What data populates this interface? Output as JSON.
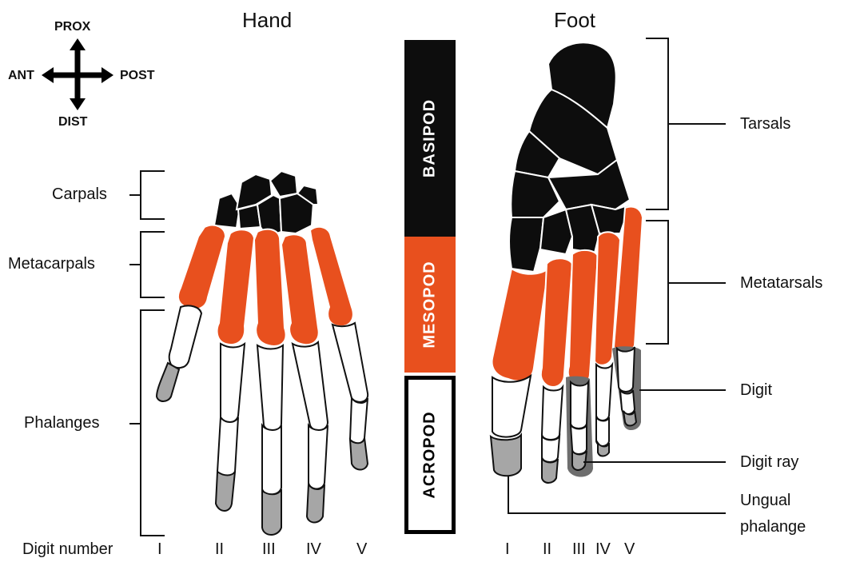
{
  "titles": {
    "hand": "Hand",
    "foot": "Foot"
  },
  "compass": {
    "prox": "PROX",
    "dist": "DIST",
    "ant": "ANT",
    "post": "POST"
  },
  "hand_labels": {
    "carpals": "Carpals",
    "metacarpals": "Metacarpals",
    "phalanges": "Phalanges"
  },
  "foot_labels": {
    "tarsals": "Tarsals",
    "metatarsals": "Metatarsals",
    "digit": "Digit",
    "digit_ray": "Digit ray",
    "ungual_1": "Ungual",
    "ungual_2": "phalange"
  },
  "segments": {
    "basipod": "BASIPOD",
    "mesopod": "MESOPOD",
    "acropod": "ACROPOD"
  },
  "digit_number_label": "Digit number",
  "hand_digits": [
    "I",
    "II",
    "III",
    "IV",
    "V"
  ],
  "foot_digits": [
    "I",
    "II",
    "III",
    "IV",
    "V"
  ],
  "colors": {
    "basipod": "#0d0d0d",
    "mesopod": "#e8501e",
    "acropod": "#ffffff",
    "ungual": "#a6a6a6",
    "digit_ray": "#6e6e6e"
  }
}
